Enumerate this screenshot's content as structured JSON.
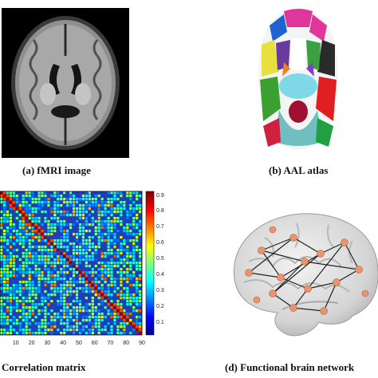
{
  "panels": {
    "a": {
      "caption": "(a)  fMRI image"
    },
    "b": {
      "caption": "(b) AAL atlas"
    },
    "c": {
      "caption": "Correlation matrix"
    },
    "d": {
      "caption": "(d) Functional brain network"
    }
  },
  "colorbar": {
    "ticks": [
      "0.9",
      "0.8",
      "0.7",
      "0.6",
      "0.5",
      "0.4",
      "0.3",
      "0.2",
      "0.1"
    ]
  },
  "matrix_axis": {
    "ticks": [
      "10",
      "20",
      "30",
      "40",
      "50",
      "60",
      "70",
      "80",
      "90"
    ]
  },
  "colors": {
    "matrix_background": "#1d3fb8",
    "node": "#e8956e",
    "edge": "#222222",
    "brain": "#d9d9d9"
  }
}
